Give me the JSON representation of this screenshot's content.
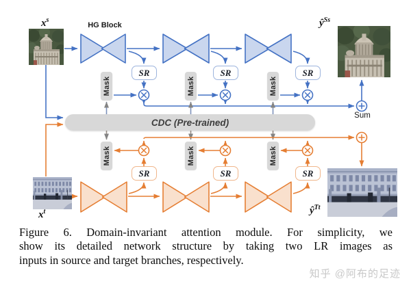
{
  "figure": {
    "hg_block_label": "HG Block",
    "sr_label": "SR",
    "mask_label": "Mask",
    "cdc_label": "CDC (Pre-trained)",
    "sum_label": "Sum",
    "io": {
      "source_input": {
        "base": "x",
        "sup": "s"
      },
      "source_output": {
        "base": "ŷ",
        "sup": "Ss"
      },
      "target_input": {
        "base": "x",
        "sup": "t"
      },
      "target_output": {
        "base": "ŷ",
        "sup": "Tt"
      }
    },
    "colors": {
      "source_branch": "#4472c4",
      "source_fill": "#c9d6ee",
      "target_branch": "#e57e33",
      "target_fill": "#f9e0cd",
      "block_gray": "#d8d8d8"
    }
  },
  "caption": {
    "lines": [
      "Figure 6.  Domain-invariant attention module.  For simplicity, we",
      "show its detailed network structure by taking two LR images as",
      "inputs in source and target branches, respectively."
    ]
  },
  "watermark": "知乎 @阿布的足迹"
}
